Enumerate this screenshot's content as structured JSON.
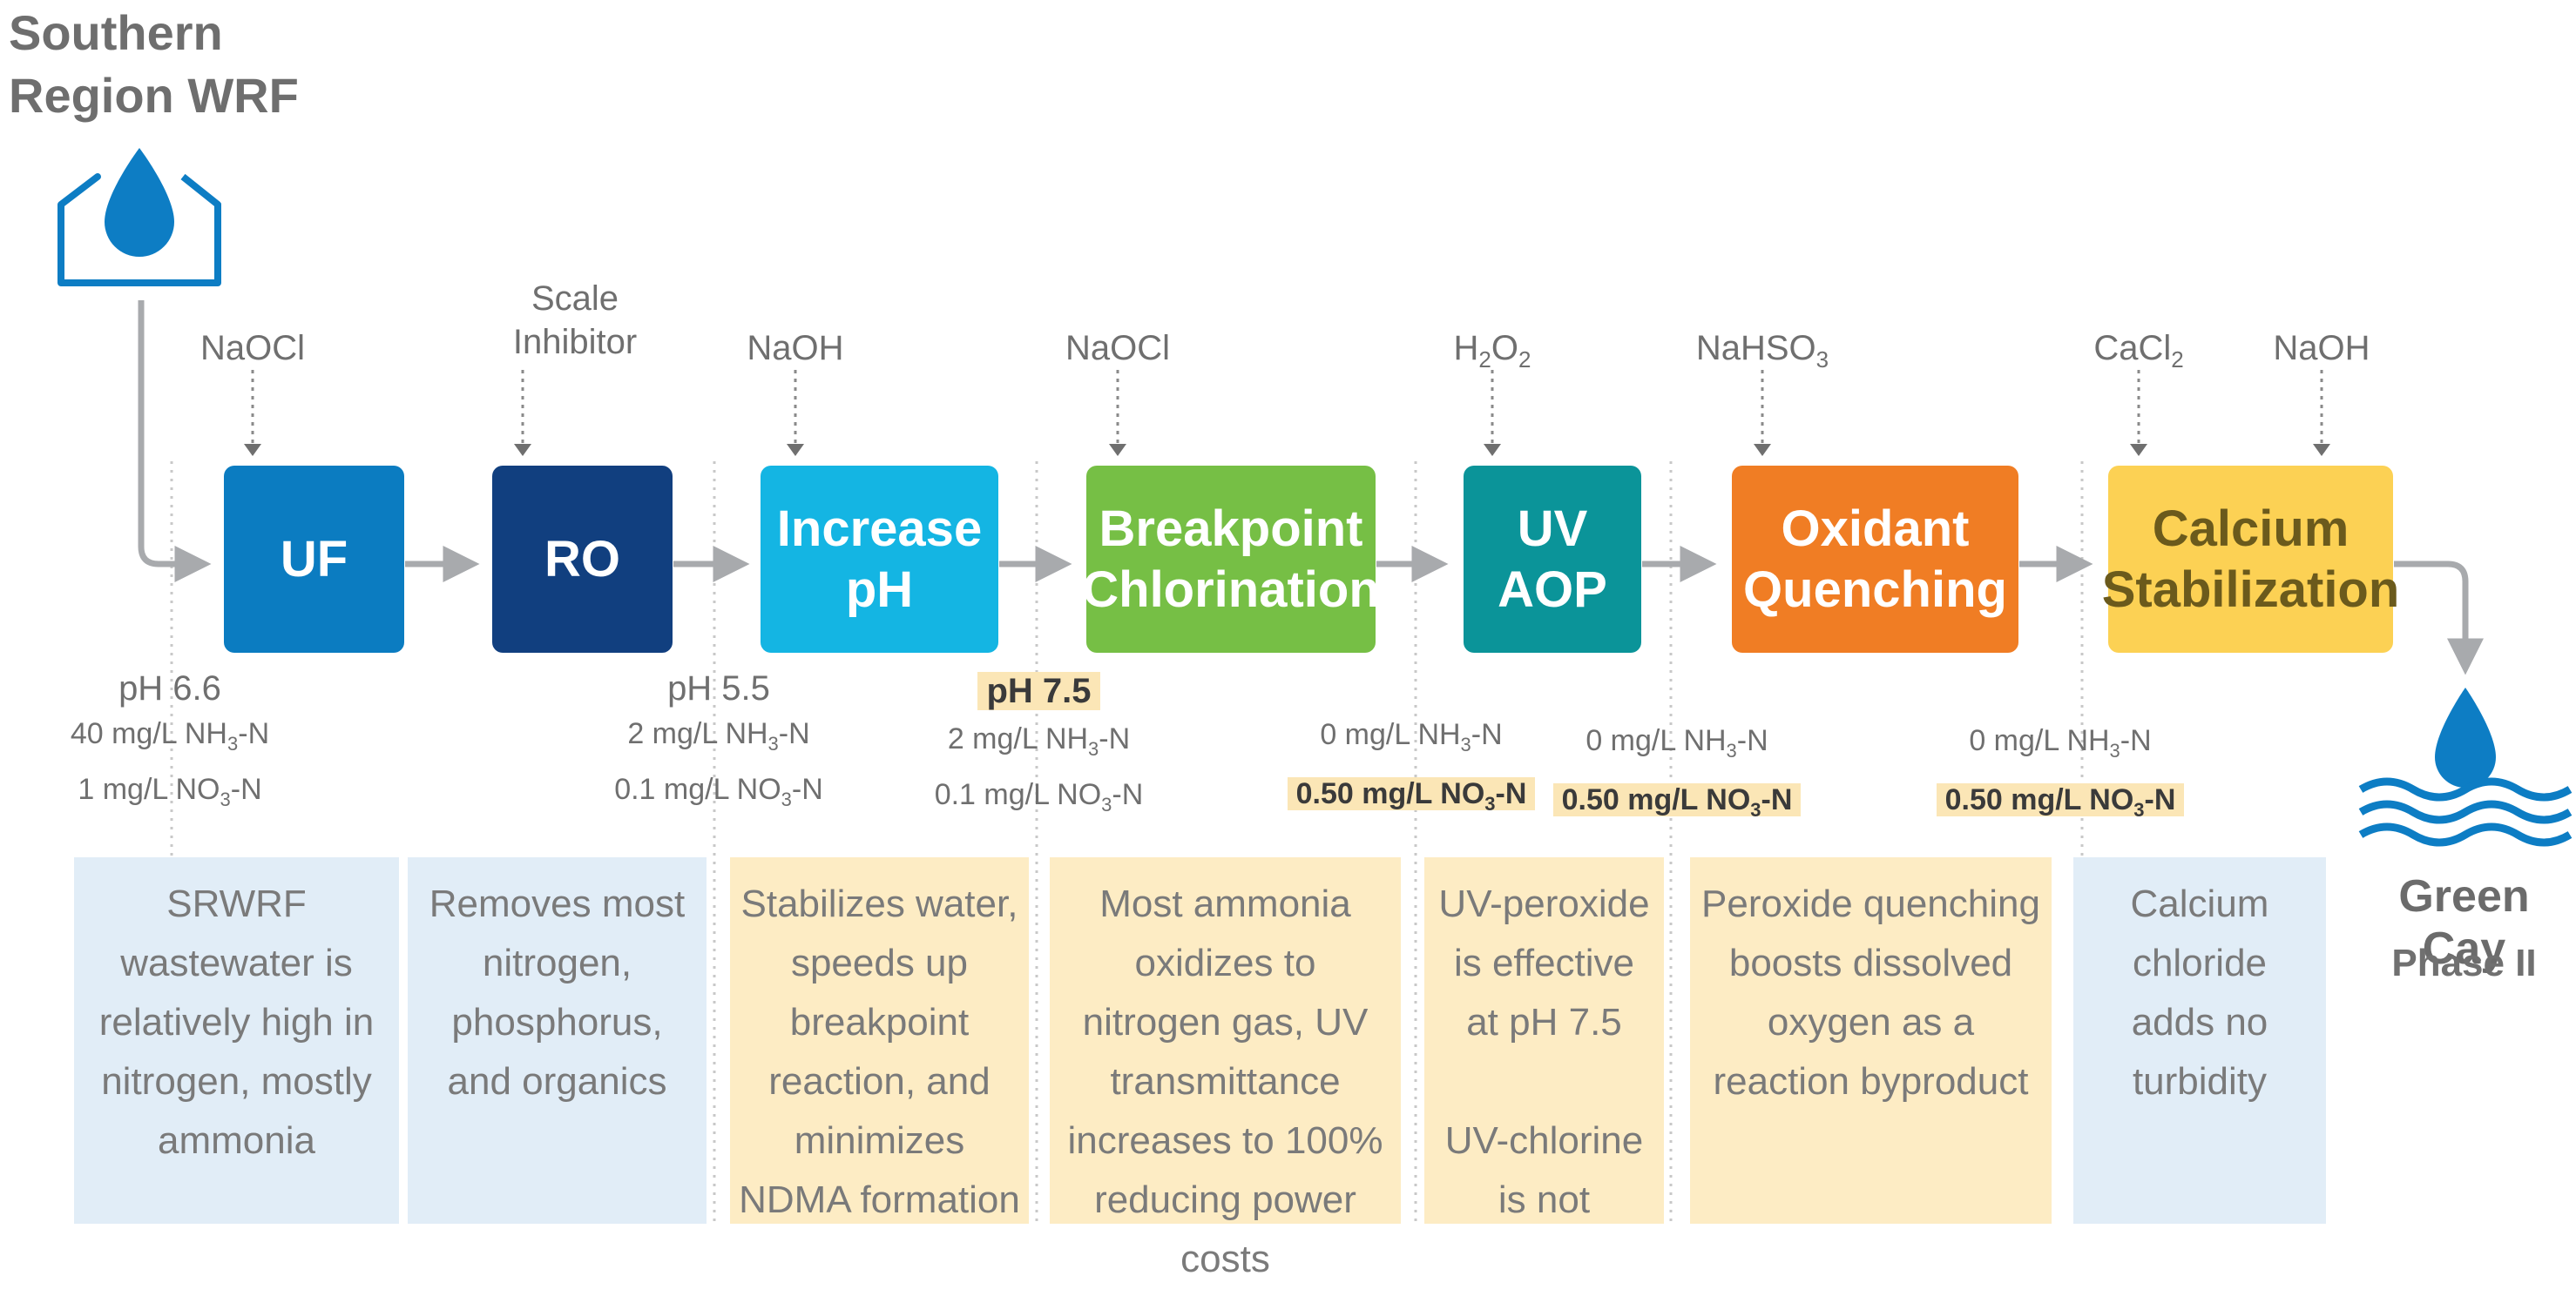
{
  "source": {
    "title_line1": "Southern",
    "title_line2": "Region WRF"
  },
  "destination": {
    "title": "Green Cay",
    "subtitle": "Phase II"
  },
  "chemicals": {
    "uf": "NaOCl",
    "ro_line1": "Scale",
    "ro_line2": "Inhibitor",
    "increase_ph": "NaOH",
    "breakpoint": "NaOCl",
    "uv_main": "H",
    "uv_sub": "2",
    "uv_main2": "O",
    "uv_sub2": "2",
    "oxidant_main": "NaHSO",
    "oxidant_sub": "3",
    "calcium_main": "CaCl",
    "calcium_sub": "2",
    "final": "NaOH"
  },
  "stages": [
    {
      "line1": "UF",
      "line2": "",
      "color": "#0b7cc1"
    },
    {
      "line1": "RO",
      "line2": "",
      "color": "#113f7f"
    },
    {
      "line1": "Increase",
      "line2": "pH",
      "color": "#14b5e3"
    },
    {
      "line1": "Breakpoint",
      "line2": "Chlorination",
      "color": "#76bf45"
    },
    {
      "line1": "UV",
      "line2": "AOP",
      "color": "#0b9499"
    },
    {
      "line1": "Oxidant",
      "line2": "Quenching",
      "color": "#f07d24"
    },
    {
      "line1": "Calcium",
      "line2": "Stabilization",
      "color": "#fcd154"
    }
  ],
  "conditions": {
    "c1_ph": "pH 6.6",
    "c1_nh3_val": "40 mg/L NH",
    "c1_nh3_sub": "3",
    "c1_nh3_end": "-N",
    "c1_no3_val": "1 mg/L NO",
    "c1_no3_sub": "3",
    "c1_no3_end": "-N",
    "c2_ph": "pH 5.5",
    "c2_nh3_val": "2 mg/L NH",
    "c2_nh3_sub": "3",
    "c2_nh3_end": "-N",
    "c2_no3_val": "0.1 mg/L NO",
    "c2_no3_sub": "3",
    "c2_no3_end": "-N",
    "c3_ph": "pH 7.5",
    "c3_nh3_val": "2 mg/L NH",
    "c3_nh3_sub": "3",
    "c3_nh3_end": "-N",
    "c3_no3_val": "0.1 mg/L NO",
    "c3_no3_sub": "3",
    "c3_no3_end": "-N",
    "c4_nh3_val": "0 mg/L NH",
    "c4_nh3_sub": "3",
    "c4_nh3_end": "-N",
    "c4_no3_val": "0.50 mg/L NO",
    "c4_no3_sub": "3",
    "c4_no3_end": "-N",
    "c5_nh3_val": "0 mg/L NH",
    "c5_nh3_sub": "3",
    "c5_nh3_end": "-N",
    "c5_no3_val": "0.50 mg/L NO",
    "c5_no3_sub": "3",
    "c5_no3_end": "-N",
    "c6_nh3_val": "0 mg/L NH",
    "c6_nh3_sub": "3",
    "c6_nh3_end": "-N",
    "c6_no3_val": "0.50 mg/L NO",
    "c6_no3_sub": "3",
    "c6_no3_end": "-N"
  },
  "notes": [
    {
      "text": "SRWRF\nwastewater is\nrelatively high in\nnitrogen, mostly\nammonia",
      "tone": "blue"
    },
    {
      "text": "Removes most\nnitrogen,\nphosphorus,\nand organics",
      "tone": "blue"
    },
    {
      "text": "Stabilizes water,\nspeeds up\nbreakpoint\nreaction, and\nminimizes\nNDMA formation",
      "tone": "yellow"
    },
    {
      "text": "Most ammonia\noxidizes to\nnitrogen gas, UV\ntransmittance\nincreases to 100%\nreducing power costs",
      "tone": "yellow"
    },
    {
      "text": "UV-peroxide\nis effective\nat pH 7.5\n\nUV-chlorine\nis not",
      "tone": "yellow"
    },
    {
      "text": "Peroxide quenching\nboosts dissolved\noxygen as a\nreaction byproduct",
      "tone": "yellow"
    },
    {
      "text": "Calcium\nchloride\nadds no\nturbidity",
      "tone": "blue"
    }
  ],
  "colors": {
    "arrow": "#a8aaad",
    "icon_blue": "#0d7dc4",
    "divider": "#c8c8c8"
  }
}
